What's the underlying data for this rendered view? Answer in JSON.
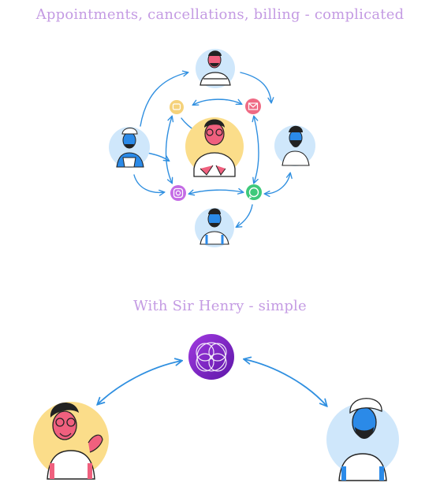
{
  "top_section": {
    "title": "Appointments, cancellations, billing - complicated",
    "center_person": "stylist-with-glasses",
    "people": [
      "person-top-arms-crossed",
      "person-left-cap",
      "person-right-beard",
      "person-bottom"
    ],
    "channels": [
      {
        "icon": "sms-icon",
        "color": "#f5d27a"
      },
      {
        "icon": "mail-icon",
        "color": "#ef6a84"
      },
      {
        "icon": "instagram-icon",
        "color": "#c46be5"
      },
      {
        "icon": "whatsapp-icon",
        "color": "#3ec97a"
      }
    ],
    "arrow_color": "#2f8fe0"
  },
  "bottom_section": {
    "title": "With Sir Henry - simple",
    "logo": "sir-henry-logo",
    "logo_gradient": [
      "#8a2bd6",
      "#6a1fb0"
    ],
    "arrow_color": "#2f8fe0"
  },
  "colors": {
    "heading": "#c49be3",
    "skin_blue": "#2b8ae8",
    "skin_pink": "#f0607e",
    "halo_blue": "#cfe7fb",
    "halo_yellow": "#fbdd8a"
  }
}
